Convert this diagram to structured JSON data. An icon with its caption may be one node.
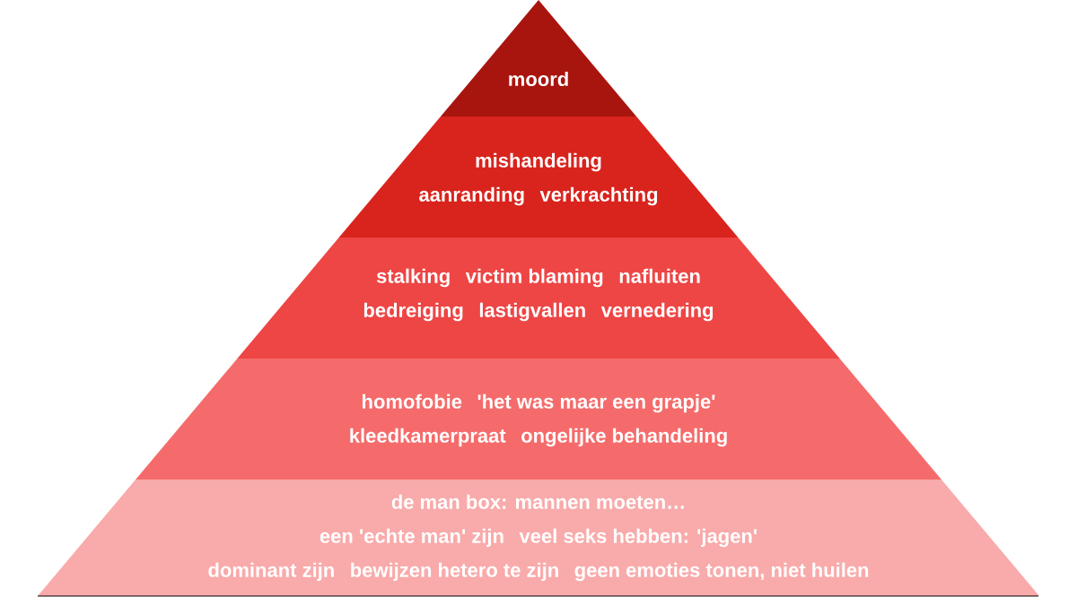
{
  "diagram": {
    "nodes": [
      {
        "text": [
          "moord"
        ]
      },
      {
        "text": [
          "mishandeling",
          "aanranding",
          "verkrachting"
        ]
      },
      {
        "text": [
          "stalking",
          "victim blaming",
          "nafluiten",
          "bedreiging",
          "lastigvallen",
          "vernedering"
        ]
      },
      {
        "text": [
          "homofobie",
          "'het was maar een grapje'",
          "kleedkamerpraat",
          "ongelijke behandeling"
        ]
      },
      {
        "text": [
          "de man box: mannen moeten…",
          "een 'echte man' zijn",
          "veel seks hebben: 'jagen'",
          "dominant zijn",
          "bewijzen hetero te zijn",
          "geen emoties tonen, niet huilen"
        ]
      }
    ]
  }
}
